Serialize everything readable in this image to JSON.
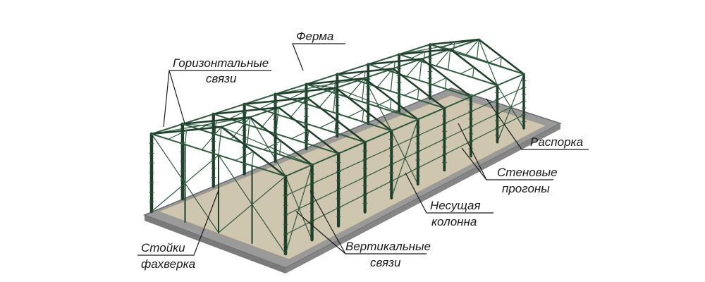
{
  "labels": {
    "truss": "Ферма",
    "horizontal_bracing_1": "Горизонтальные",
    "horizontal_bracing_2": "связи",
    "strut": "Распорка",
    "wall_purlins_1": "Стеновые",
    "wall_purlins_2": "прогоны",
    "column_1": "Несущая",
    "column_2": "колонна",
    "vertical_bracing_1": "Вертикальные",
    "vertical_bracing_2": "связи",
    "posts_1": "Стойки",
    "posts_2": "фахверка"
  },
  "colors": {
    "steel": "#2e5a3e",
    "steel_dark": "#1f3f2b",
    "floor": "#cfc6b0",
    "foundation": "#8f8f8f",
    "leader": "#1a1a1a"
  }
}
